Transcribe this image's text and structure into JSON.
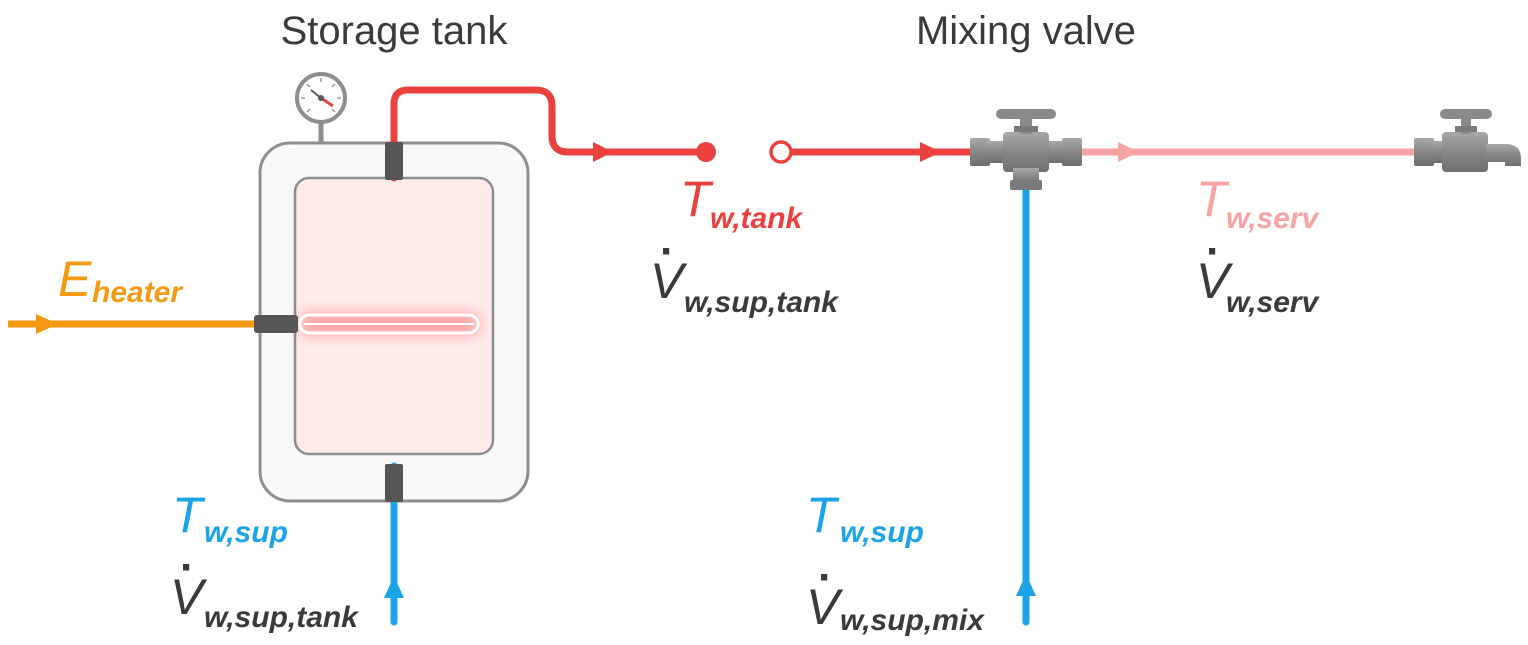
{
  "titles": {
    "storage_tank": "Storage tank",
    "mixing_valve": "Mixing valve"
  },
  "labels": {
    "heater": {
      "main": "E",
      "sub": "heater"
    },
    "tank_out_temp": {
      "main": "T",
      "sub": "w,tank"
    },
    "tank_flow": {
      "main": "V",
      "sub": "w,sup,tank",
      "accent": "·"
    },
    "serv_temp": {
      "main": "T",
      "sub": "w,serv"
    },
    "serv_flow": {
      "main": "V",
      "sub": "w,serv",
      "accent": "·"
    },
    "tank_sup_temp": {
      "main": "T",
      "sub": "w,sup"
    },
    "tank_sup_flow": {
      "main": "V",
      "sub": "w,sup,tank",
      "accent": "·"
    },
    "mix_sup_temp": {
      "main": "T",
      "sub": "w,sup"
    },
    "mix_sup_flow": {
      "main": "V",
      "sub": "w,sup,mix",
      "accent": "·"
    }
  },
  "colors": {
    "hot": "#e8413e",
    "hot_light": "#f6a3a3",
    "cold": "#1aa3e6",
    "heater": "#f39a12",
    "text": "#3a3a3a",
    "grey": "#8e8e8e",
    "tank_outer": "#f8f8fa",
    "tank_inner": "#ffeaea"
  }
}
